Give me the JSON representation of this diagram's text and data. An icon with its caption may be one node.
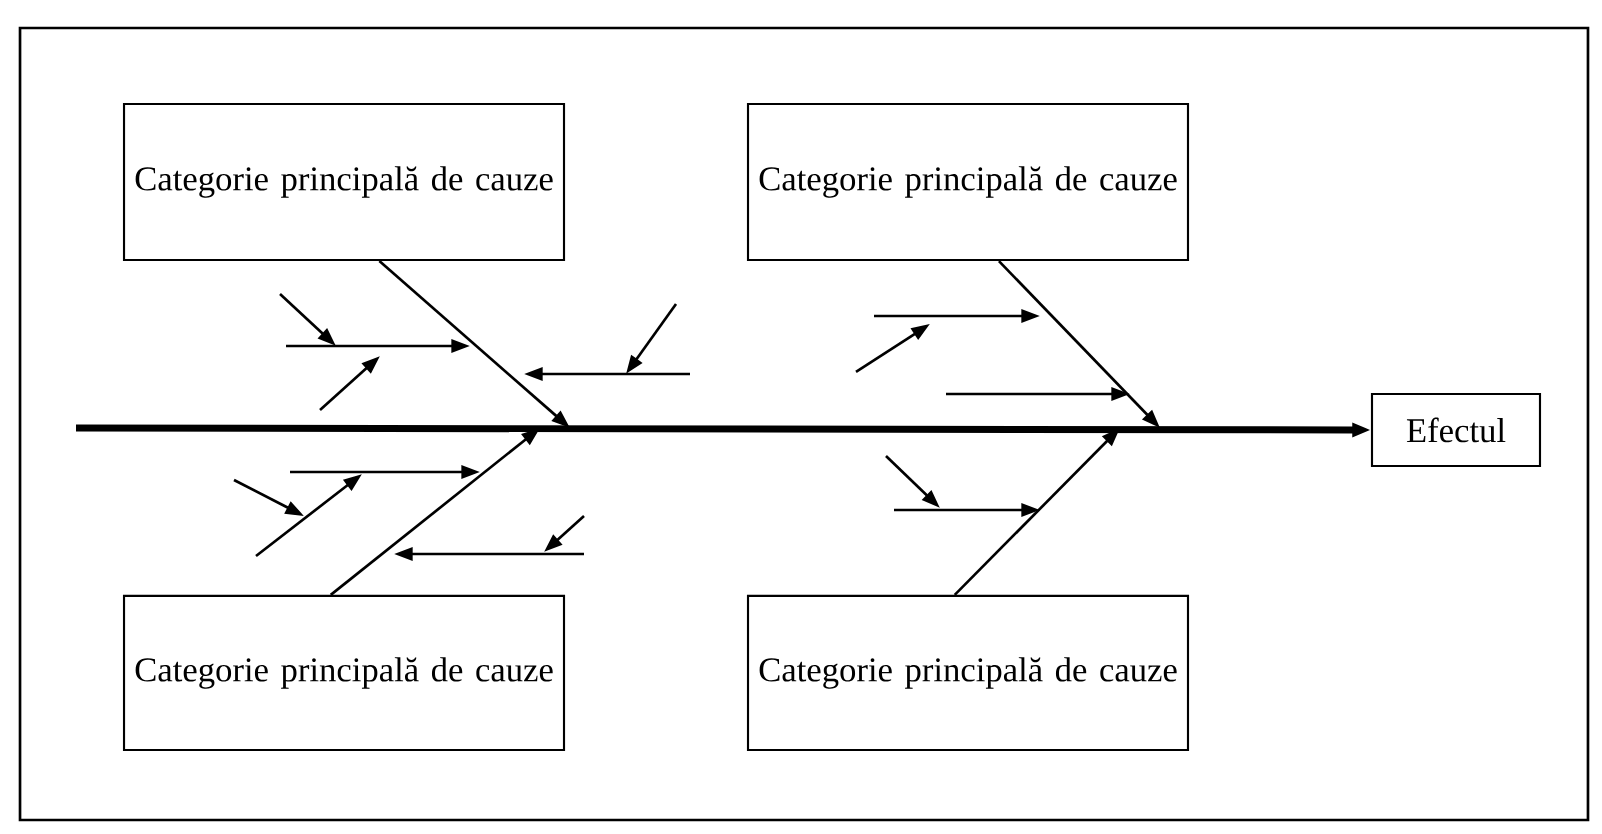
{
  "diagram": {
    "nodes": [
      {
        "text": [
          "Categorie principală de cauze"
        ]
      },
      {
        "text": [
          "Categorie principală de cauze"
        ]
      },
      {
        "text": [
          "Categorie principală de cauze"
        ]
      },
      {
        "text": [
          "Categorie principală de cauze"
        ]
      },
      {
        "text": [
          "Efectul"
        ]
      }
    ],
    "edges": [
      {
        "from": null,
        "to": 4,
        "arrow": "to",
        "style": "thick"
      },
      {
        "from": 0,
        "to": null,
        "arrow": "to"
      },
      {
        "from": 1,
        "to": null,
        "arrow": "to"
      },
      {
        "from": 2,
        "to": null,
        "arrow": "to"
      },
      {
        "from": 3,
        "to": null,
        "arrow": "to"
      }
    ]
  }
}
